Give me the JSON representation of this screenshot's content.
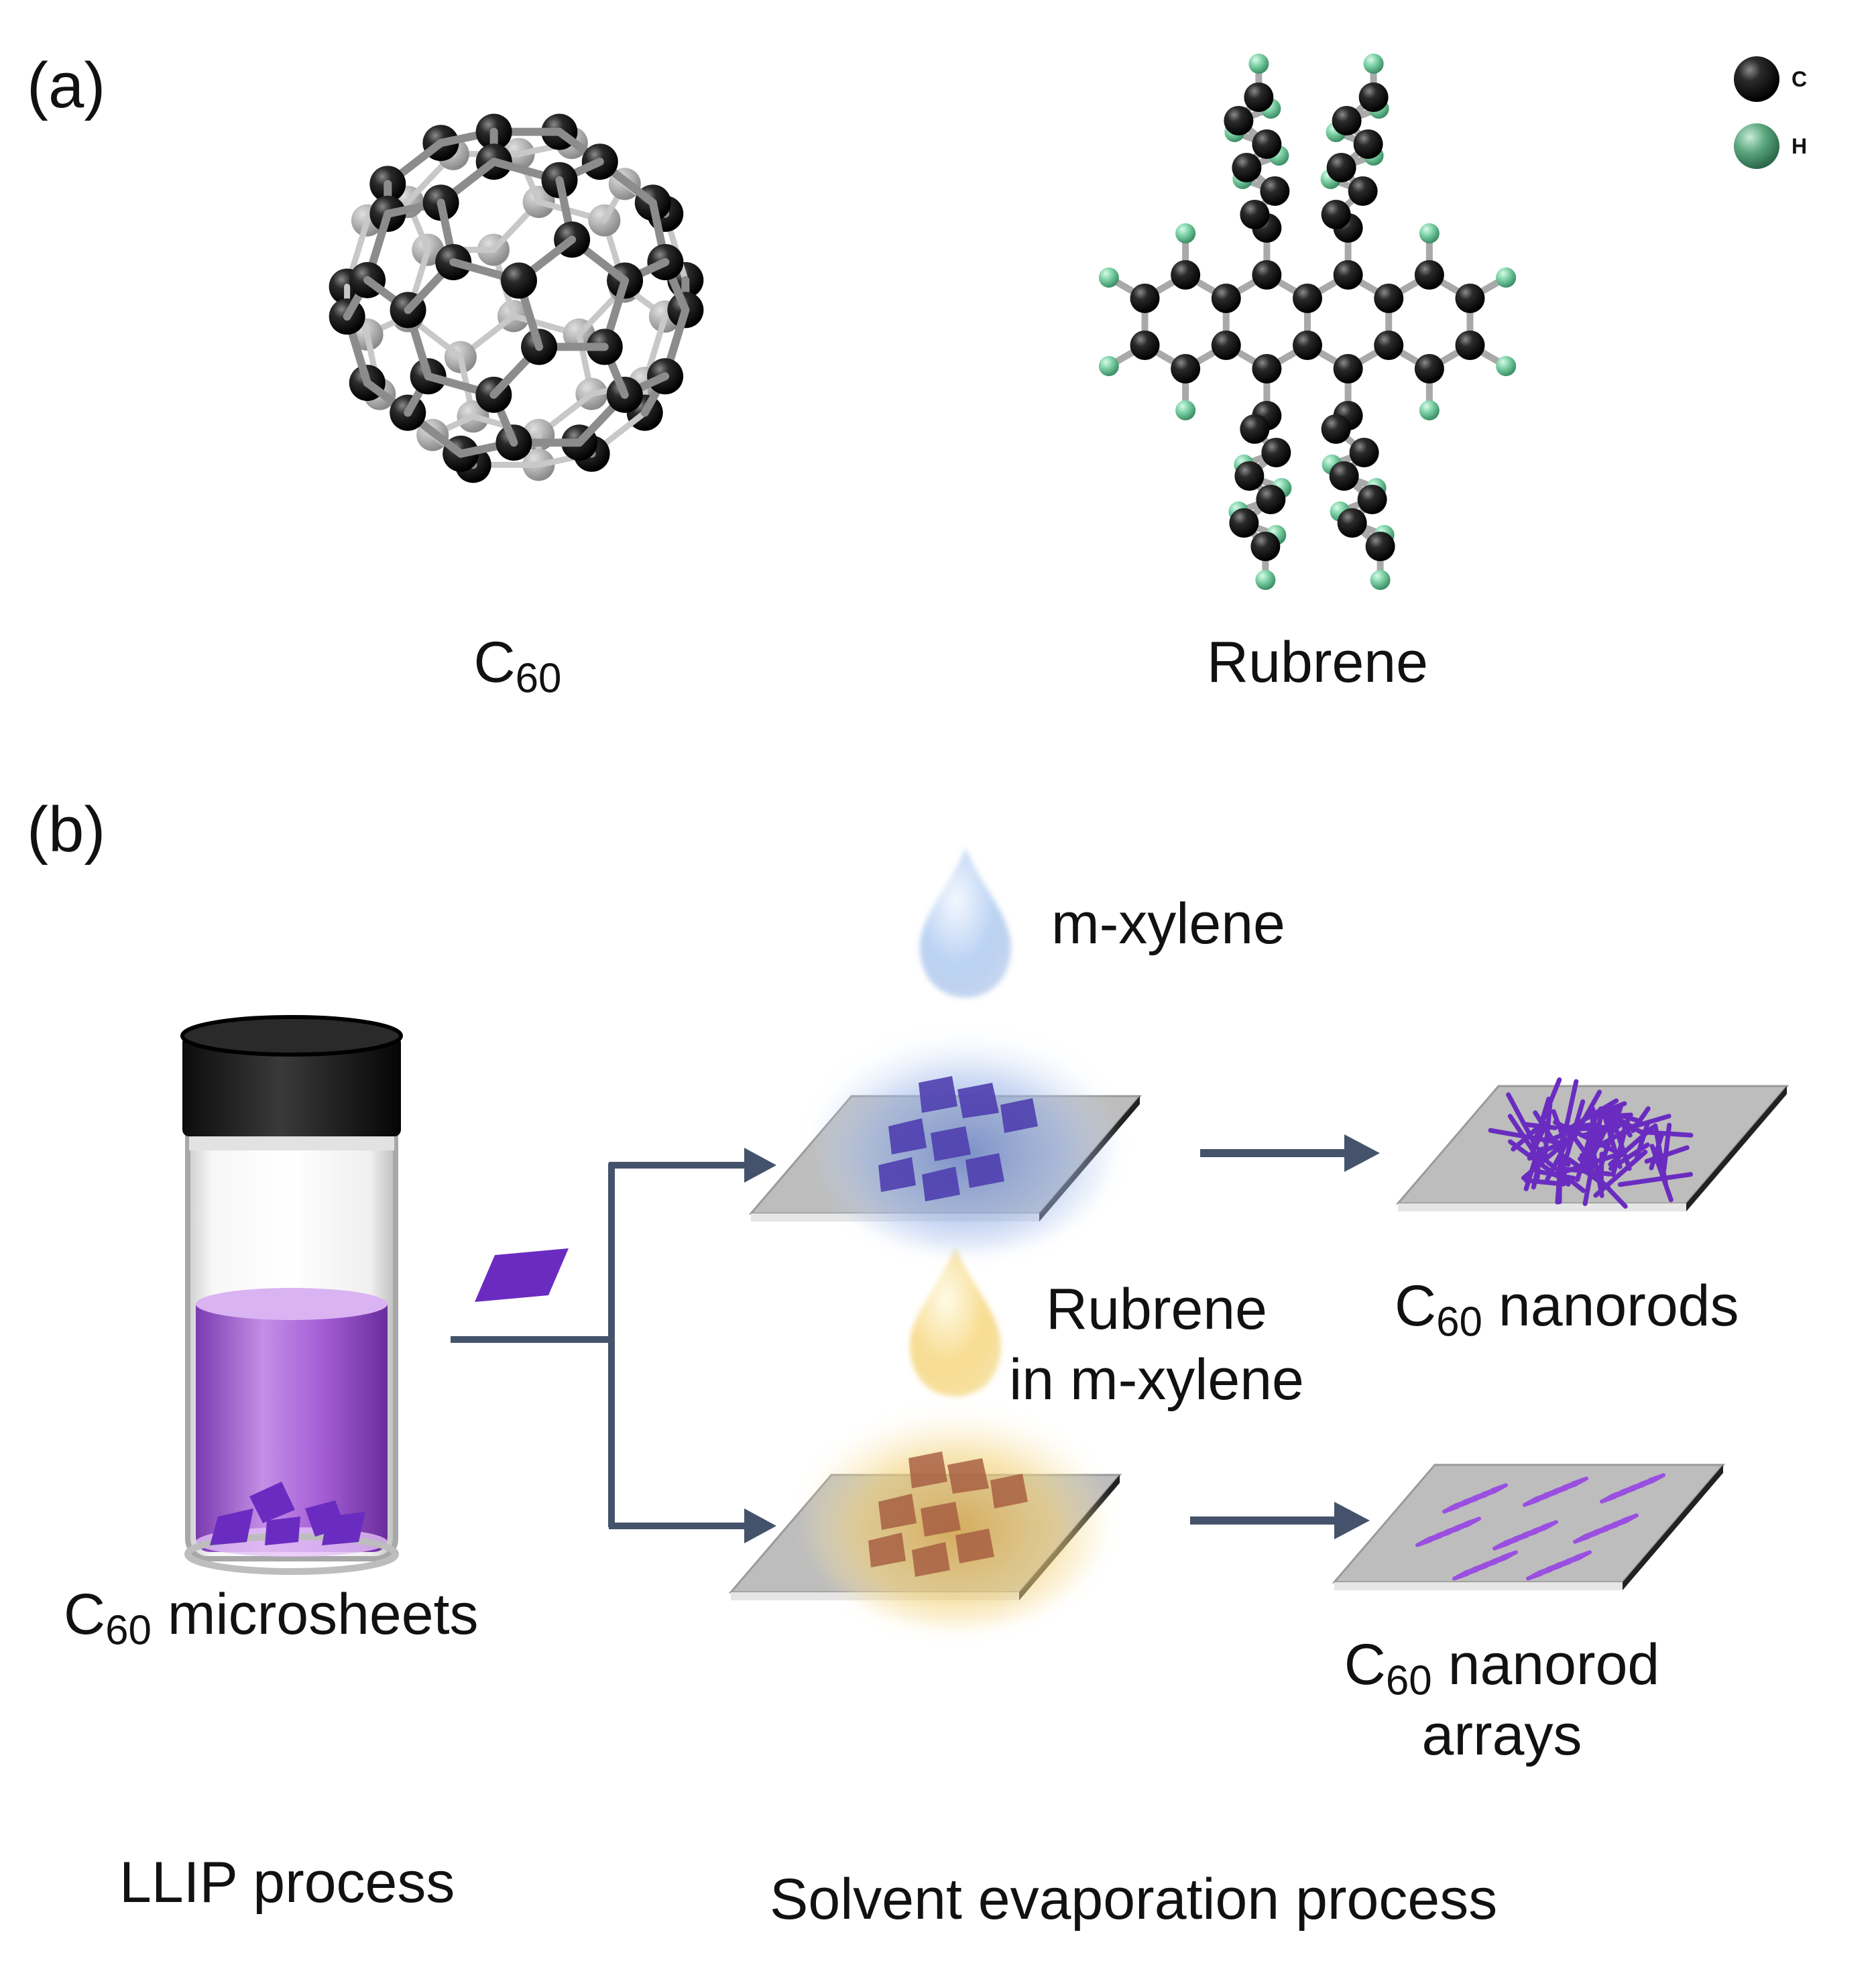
{
  "panels": {
    "a": {
      "label": "(a)",
      "c60_label": {
        "main": "C",
        "sub": "60"
      },
      "rubrene_label": "Rubrene",
      "legend": [
        {
          "element": "C",
          "color": "#1c1c1c"
        },
        {
          "element": "H",
          "color": "#5aa57e"
        }
      ]
    },
    "b": {
      "label": "(b)",
      "solvent_1": "m-xylene",
      "solvent_2_line1": "Rubrene",
      "solvent_2_line2": "in m-xylene",
      "vial_label": {
        "main": "C",
        "sub": "60",
        "rest": " microsheets"
      },
      "product_1": {
        "main": "C",
        "sub": "60",
        "rest": " nanorods"
      },
      "product_2_line1": {
        "main": "C",
        "sub": "60",
        "rest": " nanorod"
      },
      "product_2_line2": "arrays",
      "process_left": "LLIP process",
      "process_right": "Solvent evaporation process"
    }
  },
  "colors": {
    "carbon": "#1c1c1c",
    "hydrogen": "#7fd3a8",
    "arrow": "#44536b",
    "sheet": "#6a2cc0",
    "substrate": "#bdbdbd",
    "drop_blue": "#a9c6ee",
    "drop_yellow": "#f6d98a"
  }
}
